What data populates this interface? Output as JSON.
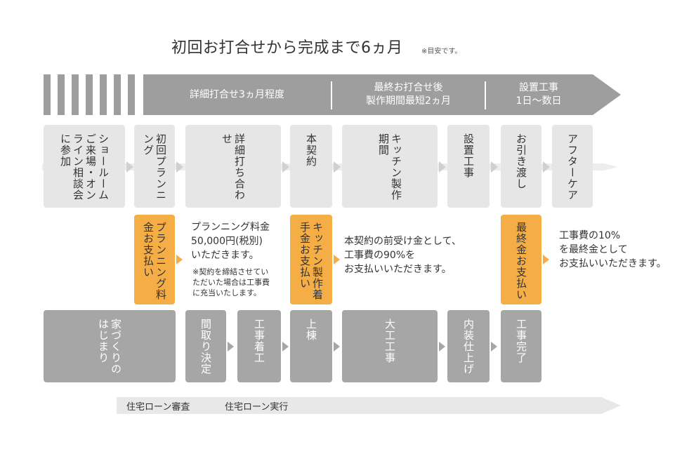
{
  "title": "初回お打合せから完成まで6ヵ月",
  "note": "※目安です。",
  "banner": {
    "seg1": "詳細打合せ3ヵ月程度",
    "seg2_line1": "最終お打合せ後",
    "seg2_line2": "製作期間最短2ヵ月",
    "seg3_line1": "設置工事",
    "seg3_line2": "1日〜数日"
  },
  "steps": [
    "ショールームご来場・オンライン相談会に参加",
    "初回プランニング",
    "詳細打ち合わせ",
    "本契約",
    "キッチン製作期間",
    "設置工事",
    "お引き渡し",
    "アフターケア"
  ],
  "payments": [
    "プランニング料金お支払い",
    "キッチン製作着手金お支払い",
    "最終金お支払い"
  ],
  "notes": {
    "planning_fee": [
      "プランニング料金",
      "50,000円(税別)",
      "いただきます。"
    ],
    "planning_fee_small": [
      "※契約を締結させてい",
      "ただいた場合は工事費",
      "に充当いたします。"
    ],
    "deposit": [
      "本契約の前受け金として、",
      "工事費の90%を",
      "お支払いいただきます。"
    ],
    "final": [
      "工事費の10%",
      "を最終金として",
      "お支払いいただきます。"
    ]
  },
  "house_steps": [
    "家づくりのはじまり",
    "間取り決定",
    "工事着工",
    "上棟",
    "大工工事",
    "内装仕上げ",
    "工事完了"
  ],
  "loan": {
    "review": "住宅ローン審査",
    "execution": "住宅ローン実行"
  },
  "colors": {
    "banner_gray": "#9e9e9e",
    "step_box": "#e6e6e6",
    "payment_orange": "#f5ad45",
    "house_box": "#a6a6a6",
    "loan_bar": "#e8e8e8"
  }
}
